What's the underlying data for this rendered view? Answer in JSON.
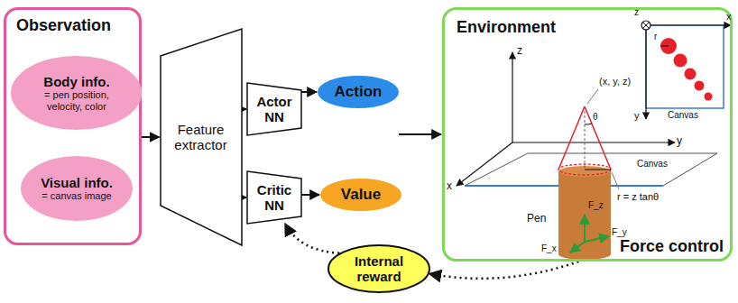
{
  "diagram": {
    "nodes": [
      {
        "text": [
          "Observation"
        ]
      },
      {
        "text": [
          "Body info.",
          "= pen position, velocity, color"
        ],
        "in": 0
      },
      {
        "text": [
          "Visual info.",
          "= canvas image"
        ],
        "in": 0
      },
      {
        "text": [
          "Feature extractor"
        ]
      },
      {
        "text": [
          "Actor NN"
        ]
      },
      {
        "text": [
          "Critic NN"
        ]
      },
      {
        "text": [
          "Action"
        ]
      },
      {
        "text": [
          "Value"
        ]
      },
      {
        "text": [
          "Environment",
          "Force control"
        ]
      },
      {
        "text": [
          "Internal reward"
        ]
      }
    ],
    "edges": [
      {
        "from": 0,
        "to": 3,
        "arrow": "to"
      },
      {
        "from": 3,
        "to": 4,
        "arrow": "to"
      },
      {
        "from": 3,
        "to": 5,
        "arrow": "to"
      },
      {
        "from": 4,
        "to": 6,
        "arrow": "to"
      },
      {
        "from": 5,
        "to": 7,
        "arrow": "to"
      },
      {
        "from": 6,
        "to": 8,
        "arrow": "to"
      },
      {
        "from": 8,
        "to": 9,
        "arrow": "to"
      },
      {
        "from": 9,
        "to": 5,
        "arrow": "to"
      }
    ],
    "labels": [
      "z",
      "x",
      "y",
      "r",
      "Canvas",
      "z",
      "y",
      "x",
      "(x, y, z)",
      "θ",
      "Canvas",
      "r = z tanθ",
      "Pen",
      "F_z",
      "F_y",
      "F_x"
    ]
  }
}
